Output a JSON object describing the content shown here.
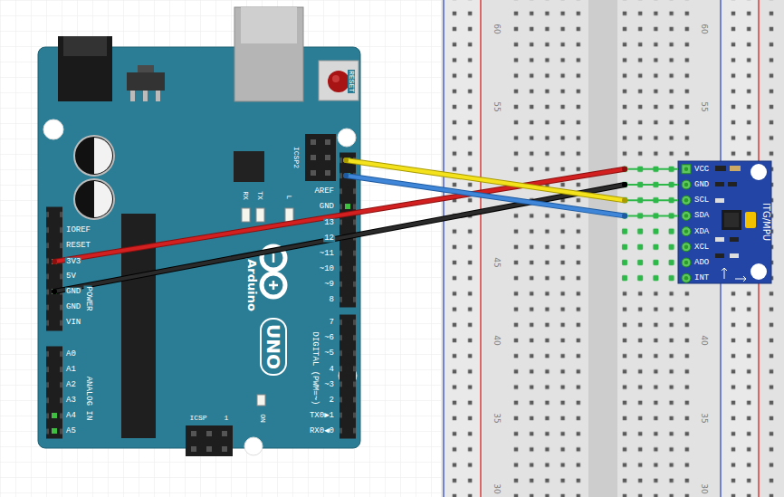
{
  "diagram": {
    "nodes": [
      {
        "text": [
          "Arduino",
          "UNO"
        ]
      },
      {
        "text": [
          "60",
          "60",
          "55",
          "55",
          "45",
          "40",
          "40",
          "35",
          "35",
          "30",
          "30"
        ]
      },
      {
        "text": [
          "ITG/MPU"
        ],
        "in": 1
      }
    ],
    "edges": [
      {
        "from": 0,
        "to": 2,
        "arrow": "none"
      },
      {
        "from": 0,
        "to": 2,
        "arrow": "none"
      },
      {
        "from": 0,
        "to": 2,
        "arrow": "none"
      },
      {
        "from": 0,
        "to": 2,
        "arrow": "none"
      }
    ],
    "labels": [
      "RESET",
      "ICSP2",
      "RX",
      "TX",
      "L",
      "AREF",
      "GND",
      "13",
      "12",
      "~11",
      "~10",
      "~9",
      "8",
      "7",
      "~6",
      "~5",
      "4",
      "~3",
      "2",
      "TX0▶1",
      "RX0◀0",
      "DIGITAL (PWM=~)",
      "IOREF",
      "RESET",
      "3V3",
      "5V",
      "GND",
      "GND",
      "VIN",
      "POWER",
      "A0",
      "A1",
      "A2",
      "A3",
      "A4",
      "A5",
      "ANALOG IN",
      "ON",
      "ICSP",
      "1",
      "VCC",
      "GND",
      "SCL",
      "SDA",
      "XDA",
      "XCL",
      "ADO",
      "INT"
    ]
  }
}
